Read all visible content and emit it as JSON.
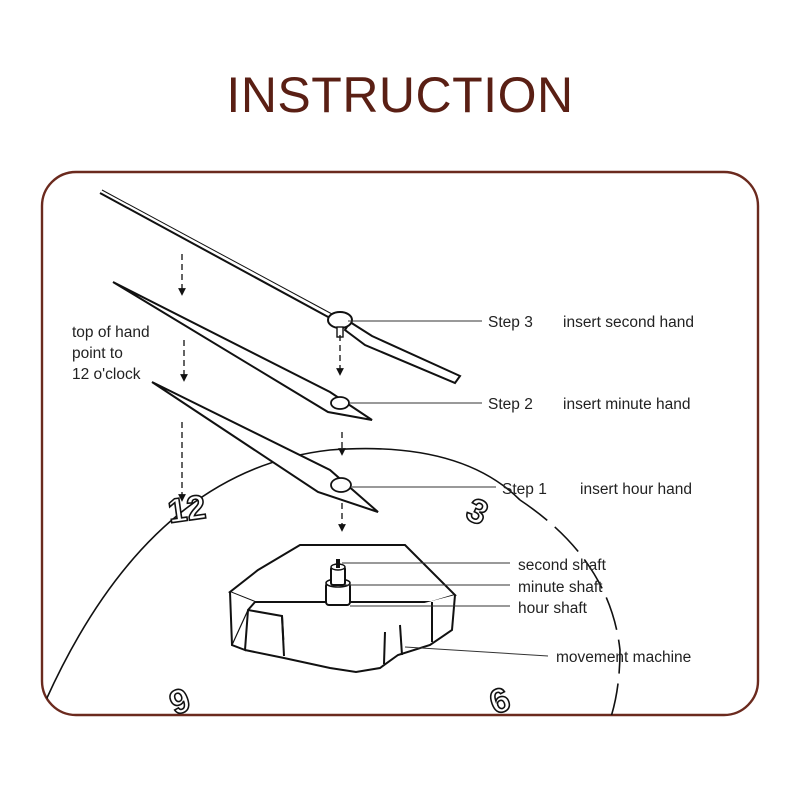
{
  "title": "INSTRUCTION",
  "colors": {
    "title": "#5a1f14",
    "frame": "#6b2a1e",
    "line": "#111111"
  },
  "note": [
    "top of hand",
    "point to",
    "12 o'clock"
  ],
  "steps": {
    "step3": {
      "label": "Step 3",
      "text": "insert second hand"
    },
    "step2": {
      "label": "Step 2",
      "text": "insert minute hand"
    },
    "step1": {
      "label": "Step 1",
      "text": "insert hour hand"
    }
  },
  "parts": {
    "second_shaft": "second shaft",
    "minute_shaft": "minute shaft",
    "hour_shaft": "hour shaft",
    "movement": "movement  machine"
  },
  "dial_numbers": {
    "twelve": "12",
    "three": "3",
    "six": "6",
    "nine": "9"
  }
}
